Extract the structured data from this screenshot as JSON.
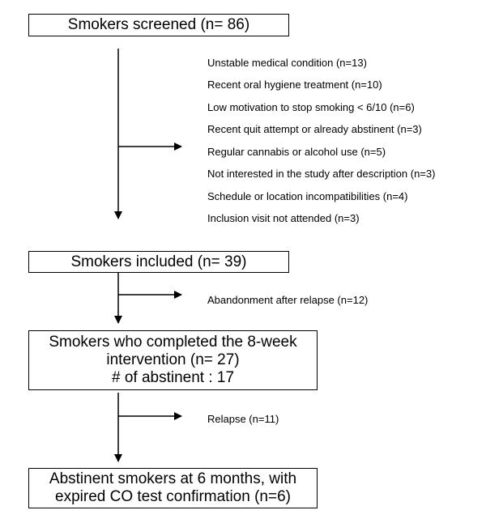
{
  "boxes": {
    "screened": [
      "Smokers screened (n= 86)"
    ],
    "included": [
      "Smokers included (n= 39)"
    ],
    "completed": [
      "Smokers who completed the 8-week",
      "intervention (n= 27)",
      "# of abstinent : 17"
    ],
    "abstinent": [
      "Abstinent smokers at 6 months, with",
      "expired CO test confirmation (n=6)"
    ]
  },
  "exclusions": [
    "Unstable medical condition (n=13)",
    "Recent oral hygiene treatment (n=10)",
    "Low motivation to stop smoking < 6/10 (n=6)",
    "Recent quit attempt or already abstinent (n=3)",
    "Regular cannabis or alcohol use (n=5)",
    "Not interested in the study after description (n=3)",
    "Schedule or location incompatibilities (n=4)",
    "Inclusion visit not attended (n=3)"
  ],
  "dropouts": {
    "abandonment": "Abandonment after relapse (n=12)",
    "relapse": "Relapse (n=11)"
  }
}
